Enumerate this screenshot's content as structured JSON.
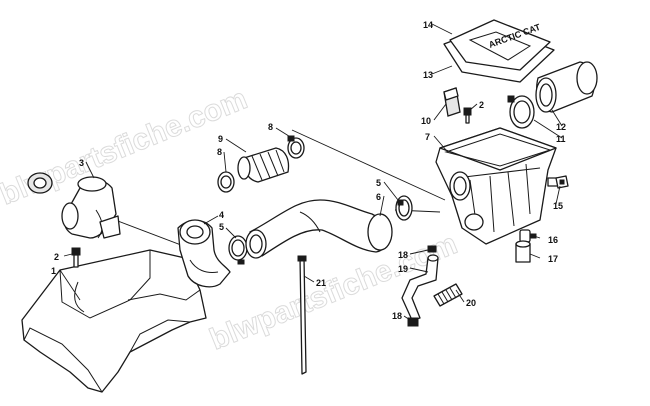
{
  "watermark": "blwpartsfiche.com",
  "lid_emblem": "ARCTIC CAT",
  "callouts": [
    {
      "id": "c14",
      "label": "14"
    },
    {
      "id": "c13",
      "label": "13"
    },
    {
      "id": "c10",
      "label": "10"
    },
    {
      "id": "c2a",
      "label": "2"
    },
    {
      "id": "c12",
      "label": "12"
    },
    {
      "id": "c7",
      "label": "7"
    },
    {
      "id": "c11",
      "label": "11"
    },
    {
      "id": "c8a",
      "label": "8"
    },
    {
      "id": "c9",
      "label": "9"
    },
    {
      "id": "c8b",
      "label": "8"
    },
    {
      "id": "c3",
      "label": "3"
    },
    {
      "id": "c5a",
      "label": "5"
    },
    {
      "id": "c6",
      "label": "6"
    },
    {
      "id": "c15",
      "label": "15"
    },
    {
      "id": "c4",
      "label": "4"
    },
    {
      "id": "c5b",
      "label": "5"
    },
    {
      "id": "c16",
      "label": "16"
    },
    {
      "id": "c18a",
      "label": "18"
    },
    {
      "id": "c17",
      "label": "17"
    },
    {
      "id": "c2b",
      "label": "2"
    },
    {
      "id": "c1",
      "label": "1"
    },
    {
      "id": "c19",
      "label": "19"
    },
    {
      "id": "c21",
      "label": "21"
    },
    {
      "id": "c20",
      "label": "20"
    },
    {
      "id": "c18b",
      "label": "18"
    }
  ]
}
